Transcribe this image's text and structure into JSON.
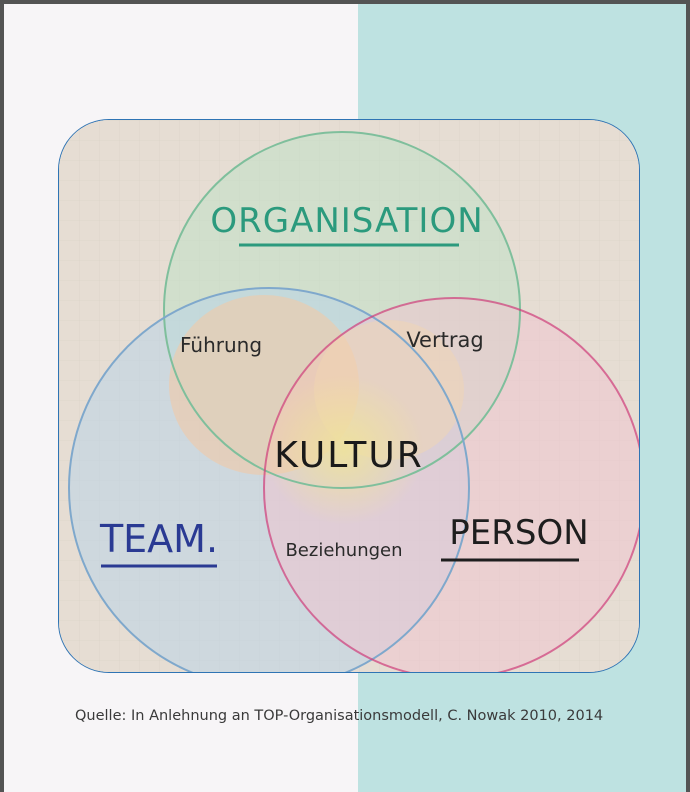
{
  "diagram": {
    "circles": {
      "top": "ORGANISATION",
      "left": "TEAM.",
      "right": "PERSON"
    },
    "intersections": {
      "top_left": "Führung",
      "top_right": "Vertrag",
      "bottom": "Beziehungen",
      "center": "KULTUR"
    }
  },
  "caption": "Quelle: In Anlehnung an TOP-Organisationsmodell, C. Nowak 2010, 2014",
  "colors": {
    "teal_panel": "#bee2e1",
    "organisation": "#2b9a7d",
    "team": "#2a3a93",
    "person_circle": "#cf3d7a",
    "photo_border": "#2f74b4"
  }
}
